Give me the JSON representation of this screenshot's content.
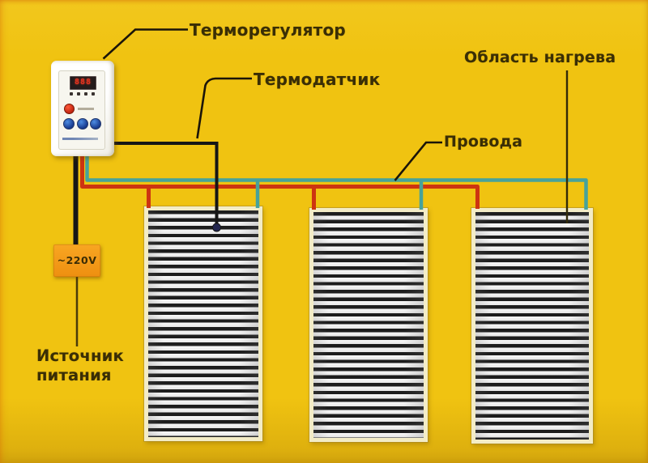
{
  "diagram": {
    "labels": {
      "thermoregulator": "Терморегулятор",
      "thermosensor": "Термодатчик",
      "heating_area": "Область нагрева",
      "wires": "Провода",
      "power_source": [
        "Источник",
        "питания"
      ],
      "voltage": "~220V",
      "thermostat_display": "888"
    },
    "heating_panels_count": 3,
    "colors": {
      "background_yellow": "#F0C311",
      "wire_live_red": "#CD3411",
      "wire_neutral_teal": "#47A29B",
      "wire_power_black": "#161616",
      "pointer_line": "#1B1509",
      "label_text": "#3A2E05",
      "power_box_orange": "#F49D1C",
      "panel_border_cream": "#F3ECC6",
      "panel_stripe_black": "#1D1D1D",
      "sensor_dot_navy": "#23264F",
      "thermostat_body_white": "#FFFFFF",
      "button_blue": "#1B3F94",
      "button_red": "#C02410",
      "display_digits_red": "#E23220"
    },
    "icons": {
      "thermostat_display": "seven-segment-display",
      "thermostat_red_button": "power-button",
      "thermostat_blue_buttons": "control-buttons",
      "sensor_dot": "floor-temperature-sensor"
    }
  }
}
